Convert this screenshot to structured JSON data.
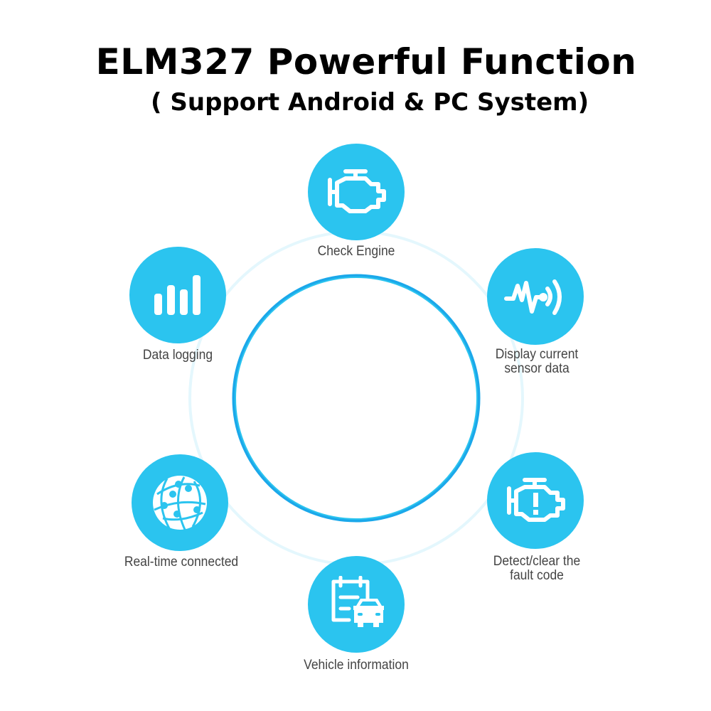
{
  "header": {
    "title": "ELM327 Powerful Function",
    "subtitle": "( Support Android & PC System)"
  },
  "colors": {
    "node_fill": "#2BC4EF",
    "inner_ring": "#1BA8EA",
    "outer_ring": "#E2F6FC",
    "label_text": "#444444",
    "title_text": "#000000"
  },
  "features": [
    {
      "id": "check-engine",
      "label": "Check Engine",
      "icon": "engine-icon"
    },
    {
      "id": "data-logging",
      "label": "Data logging",
      "icon": "bar-chart-icon"
    },
    {
      "id": "sensor-data",
      "label_line1": "Display current",
      "label_line2": "sensor data",
      "icon": "pulse-signal-icon"
    },
    {
      "id": "real-time",
      "label": "Real-time connected",
      "icon": "globe-network-icon"
    },
    {
      "id": "fault-code",
      "label_line1": "Detect/clear the",
      "label_line2": "fault code",
      "icon": "engine-warning-icon"
    },
    {
      "id": "vehicle-info",
      "label": "Vehicle information",
      "icon": "clipboard-car-icon"
    }
  ]
}
